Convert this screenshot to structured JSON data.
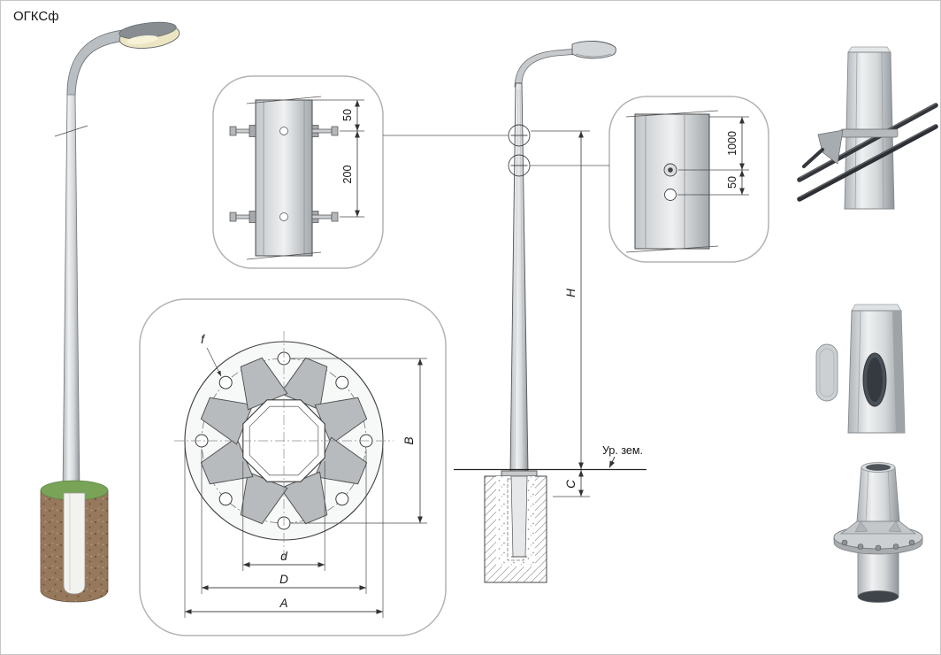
{
  "title": "ОГКСф",
  "details": {
    "clamp": {
      "dim_offset": "50",
      "dim_spacing": "200"
    },
    "grounding": {
      "dim_height": "1000",
      "dim_spacing": "50"
    }
  },
  "flange": {
    "hole_label": "f",
    "dim_vertical": "B",
    "dim_inner": "d",
    "dim_bolt_circle": "D",
    "dim_outer": "A"
  },
  "elevation": {
    "dim_height": "H",
    "dim_embed": "C",
    "ground_label": "Ур. зем."
  },
  "colors": {
    "line": "#3a3a3a",
    "steel_light": "#eef0f1",
    "steel_dark": "#9aa0a4",
    "grass": "#79a457",
    "soil": "#96785c",
    "lamp_glass": "#efe9c8"
  }
}
